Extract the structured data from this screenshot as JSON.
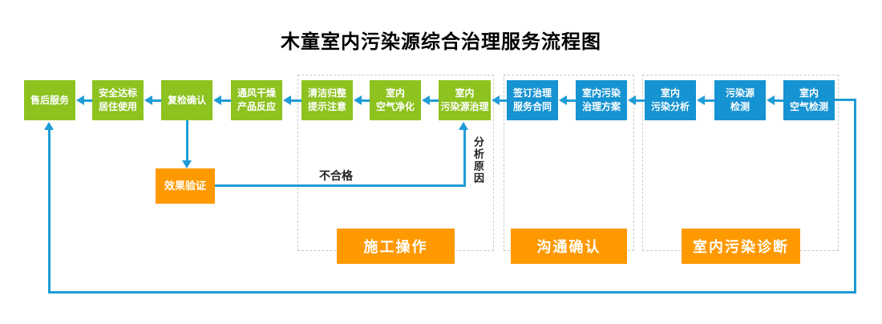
{
  "title": "木童室内污染源综合治理服务流程图",
  "nodes": [
    {
      "id": "after-sales",
      "label": "售后服务",
      "color": "green"
    },
    {
      "id": "safety-residence",
      "label": "安全达标\n居住使用",
      "color": "green"
    },
    {
      "id": "recheck-confirm",
      "label": "复检确认",
      "color": "green"
    },
    {
      "id": "ventilation-dry",
      "label": "通风干燥\n产品反应",
      "color": "green"
    },
    {
      "id": "cleanup-notice",
      "label": "清洁归整\n提示注意",
      "color": "green"
    },
    {
      "id": "air-purification",
      "label": "室内\n空气净化",
      "color": "green"
    },
    {
      "id": "pollution-source-treatment",
      "label": "室内\n污染源治理",
      "color": "green"
    },
    {
      "id": "sign-contract",
      "label": "签订治理\n服务合同",
      "color": "blue"
    },
    {
      "id": "treatment-plan",
      "label": "室内污染\n治理方案",
      "color": "blue"
    },
    {
      "id": "pollution-analysis",
      "label": "室内\n污染分析",
      "color": "blue"
    },
    {
      "id": "source-testing",
      "label": "污染源\n检测",
      "color": "blue"
    },
    {
      "id": "air-testing",
      "label": "室内\n空气检测",
      "color": "blue"
    }
  ],
  "effect_node": {
    "id": "effect-verification",
    "label": "效果验证",
    "color": "orange"
  },
  "groups": [
    {
      "id": "construction",
      "label": "施工操作"
    },
    {
      "id": "communication",
      "label": "沟通确认"
    },
    {
      "id": "diagnosis",
      "label": "室内污染诊断"
    }
  ],
  "edge_labels": {
    "unqualified": "不合格",
    "analyze_reason": "分析原因"
  },
  "colors": {
    "green_box": "#8dc21f",
    "blue_box": "#1693d2",
    "orange_box": "#ff9900",
    "arrow_line": "#1e9cd7",
    "group_border": "#c9c9c9",
    "title_text": "#000000"
  }
}
